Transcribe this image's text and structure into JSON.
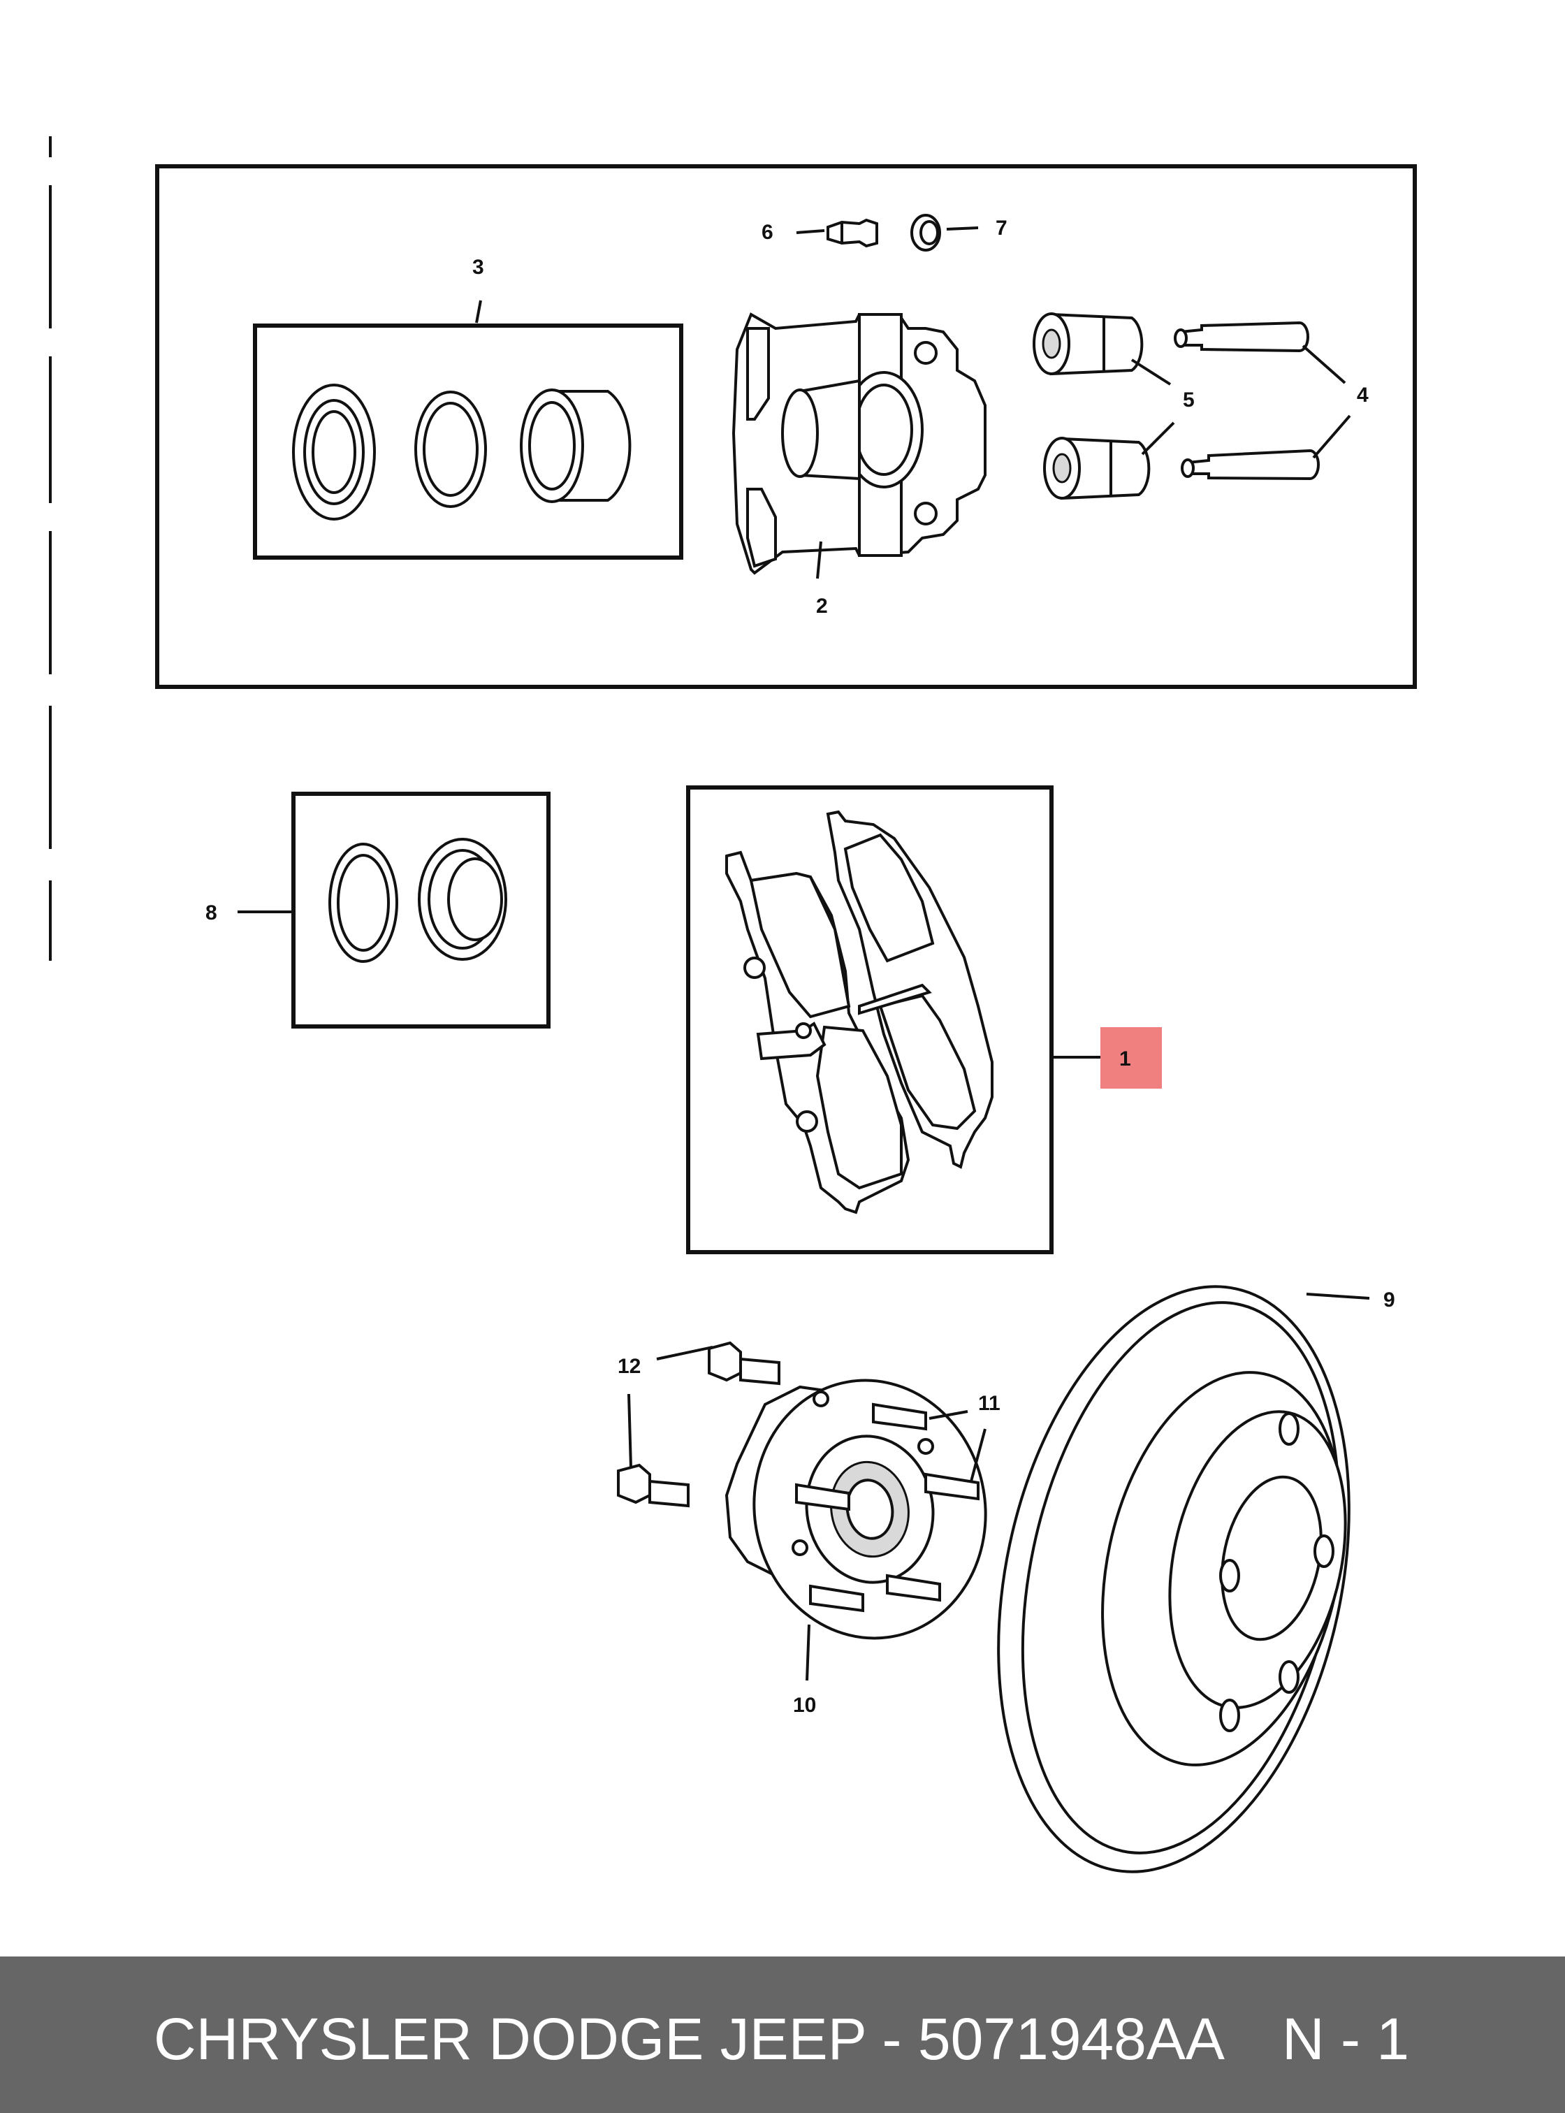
{
  "callouts": {
    "c1": "1",
    "c2": "2",
    "c3": "3",
    "c4": "4",
    "c5": "5",
    "c6": "6",
    "c7": "7",
    "c8": "8",
    "c9": "9",
    "c10": "10",
    "c11": "11",
    "c12": "12"
  },
  "highlight_color": "#f08080",
  "footer": {
    "text": "CHRYSLER DODGE JEEP - 5071948AA",
    "page": "N - 1"
  }
}
